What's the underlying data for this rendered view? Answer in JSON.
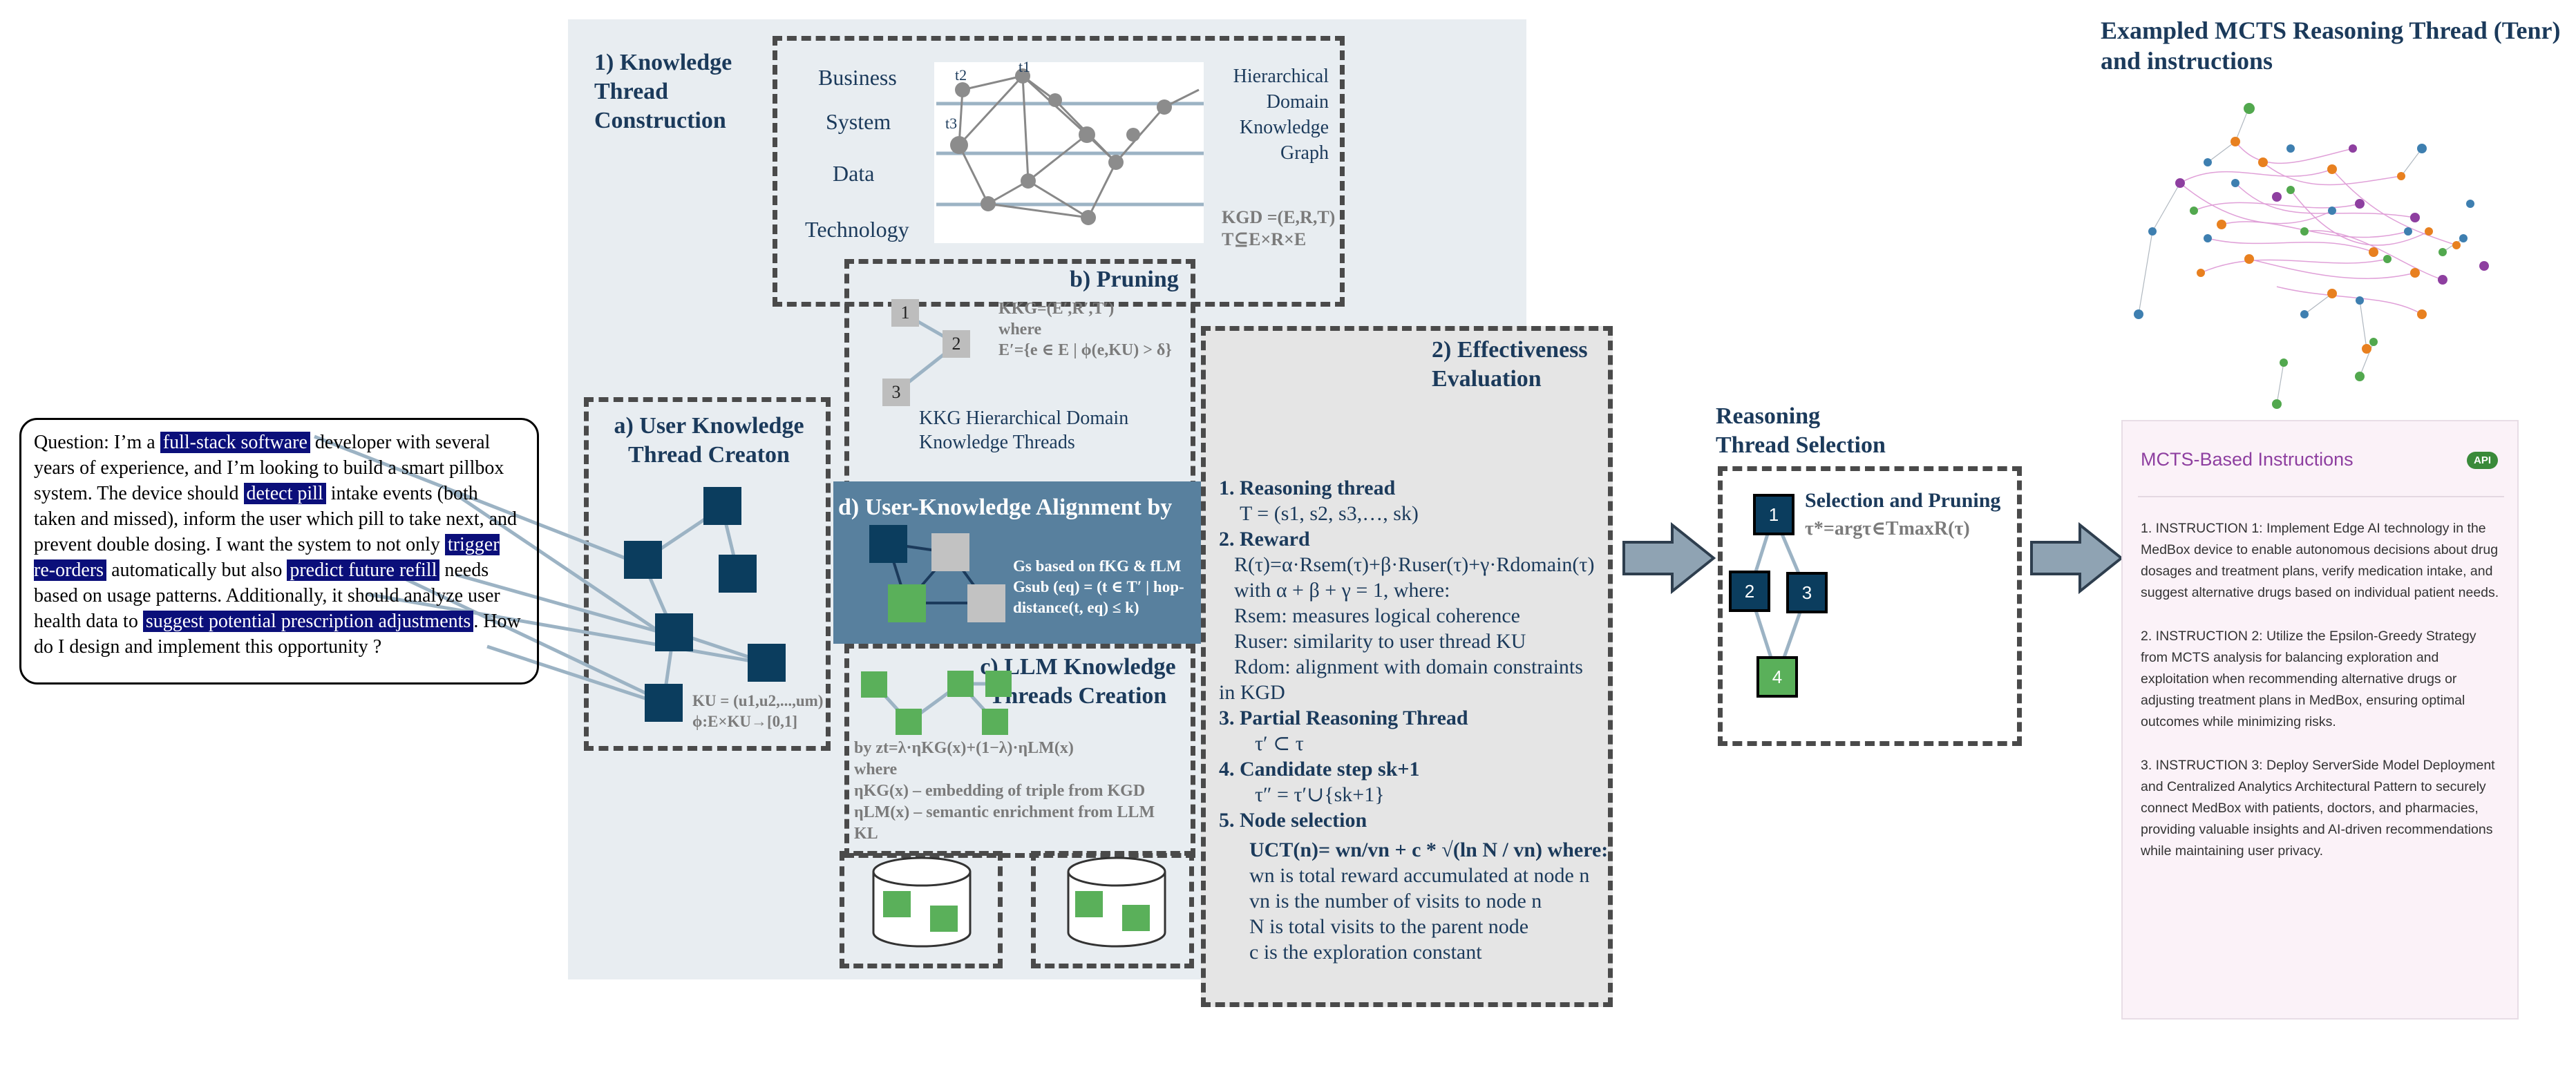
{
  "question": {
    "segments": [
      {
        "text": "Question: I’m a ",
        "hl": false
      },
      {
        "text": "full-stack software",
        "hl": true
      },
      {
        "text": " developer with several years of experience, and I’m looking to build a smart pillbox system. The device should ",
        "hl": false
      },
      {
        "text": "detect pill",
        "hl": true
      },
      {
        "text": " intake events (both taken and missed), inform the user which pill to take next, and prevent double dosing. I want the system to not only ",
        "hl": false
      },
      {
        "text": "trigger re-orders",
        "hl": true
      },
      {
        "text": " automatically but also ",
        "hl": false
      },
      {
        "text": "predict future refill",
        "hl": true
      },
      {
        "text": " needs based on usage patterns. Additionally, it should analyze user health data to ",
        "hl": false
      },
      {
        "text": "suggest potential prescription adjustments",
        "hl": true
      },
      {
        "text": ". How do I design and implement this opportunity ?",
        "hl": false
      }
    ]
  },
  "section1": {
    "title_lines": [
      "1) Knowledge",
      "Thread",
      "Construction"
    ],
    "layers": [
      "Business",
      "System",
      "Data",
      "Technology"
    ],
    "node_labels": [
      "t2",
      "t1",
      "t3"
    ],
    "hdkg_lines": [
      "Hierarchical",
      "Domain",
      "Knowledge",
      "Graph"
    ],
    "kgd_formula": "KGD =(E,R,T)",
    "kgd_sub": "T⊆E×R×E"
  },
  "pruning": {
    "title": "b) Pruning",
    "nodes": [
      "1",
      "2",
      "3"
    ],
    "formula1": "KKG=(E′,R′,T′)",
    "where": "where",
    "formula2": "E′={e ∈ E | ϕ(e,KU) > δ}",
    "caption_lines": [
      "KKG Hierarchical Domain",
      "Knowledge Threads"
    ]
  },
  "user_thread": {
    "title_lines": [
      "a) User Knowledge",
      "Thread Creaton"
    ],
    "formula1": "KU = (u1,u2,...,um)",
    "formula2": "ϕ:E×KU→[0,1]"
  },
  "alignment": {
    "title": "d) User-Knowledge Alignment by",
    "line1": "Gs based on  fKG & fLM",
    "line2": "Gsub (eq) = (t ∈ T′ | hop-",
    "line3": "distance(t, eq) ≤ k)"
  },
  "llm": {
    "title_lines": [
      "c) LLM Knowledge",
      "Threads Creation"
    ],
    "line1": "by zt=λ·ηKG(x)+(1−λ)·ηLM(x)",
    "line2": "where",
    "line3": "ηKG(x) – embedding of triple from KGD",
    "line4": "ηLM(x) – semantic enrichment from LLM",
    "line5": "KL"
  },
  "effectiveness": {
    "title_lines": [
      "2) Effectiveness",
      "Evaluation"
    ],
    "items": [
      {
        "label": "1. Reasoning thread",
        "lines": [
          "T = (s1, s2, s3,…, sk)"
        ]
      },
      {
        "label": "2. Reward",
        "lines": [
          "R(τ)=α·Rsem(τ)+β·Ruser(τ)+γ·Rdomain(τ)",
          "with α + β + γ = 1, where:",
          "Rsem: measures logical coherence",
          "Ruser: similarity to user thread KU",
          "Rdom: alignment with domain constraints",
          "in KGD"
        ]
      },
      {
        "label": "3. Partial Reasoning Thread",
        "lines": [
          "τ′ ⊂ τ"
        ]
      },
      {
        "label": "4. Candidate step sk+1",
        "lines": [
          "τ″ = τ′∪{sk+1}"
        ]
      },
      {
        "label": "5. Node selection",
        "lines": [
          "UCT(n)= wn/vn + c * √(ln N / vn)  where:",
          "wn is total reward accumulated at node n",
          "vn is the number of visits to node n",
          "N is total visits to the parent node",
          "c is the exploration constant"
        ]
      }
    ]
  },
  "selection": {
    "title_lines": [
      "Reasoning",
      "Thread Selection"
    ],
    "box_title": "Selection and Pruning",
    "formula": "τ*=argτ∈TmaxR(τ)",
    "nodes": [
      "1",
      "2",
      "3",
      "4"
    ]
  },
  "right": {
    "title_lines": [
      "Exampled MCTS Reasoning Thread (Tenr)",
      "and instructions"
    ],
    "card_title": "MCTS-Based Instructions",
    "badge": "API",
    "instructions": [
      "1. INSTRUCTION 1: Implement Edge AI technology in the MedBox device to enable autonomous decisions about drug dosages and treatment plans, verify medication intake, and suggest alternative drugs based on individual patient needs.",
      "2. INSTRUCTION 2: Utilize the Epsilon-Greedy Strategy from MCTS analysis for balancing exploration and exploitation when recommending alternative drugs or adjusting treatment plans in MedBox, ensuring optimal outcomes while minimizing risks.",
      "3. INSTRUCTION 3: Deploy ServerSide Model Deployment and Centralized Analytics Architectural Pattern to securely connect MedBox with patients, doctors, and pharmacies, providing valuable insights and AI-driven recommendations while maintaining user privacy."
    ]
  },
  "colors": {
    "navy": "#0b3d5e",
    "green": "#5ab05a",
    "arrow": "#8fa3b3",
    "yellow": "#f7f700",
    "lightblue": "#7ec6dc",
    "rust": "#c0441c",
    "orange": "#ef5a2a",
    "purple_title": "#8e3fa0"
  }
}
